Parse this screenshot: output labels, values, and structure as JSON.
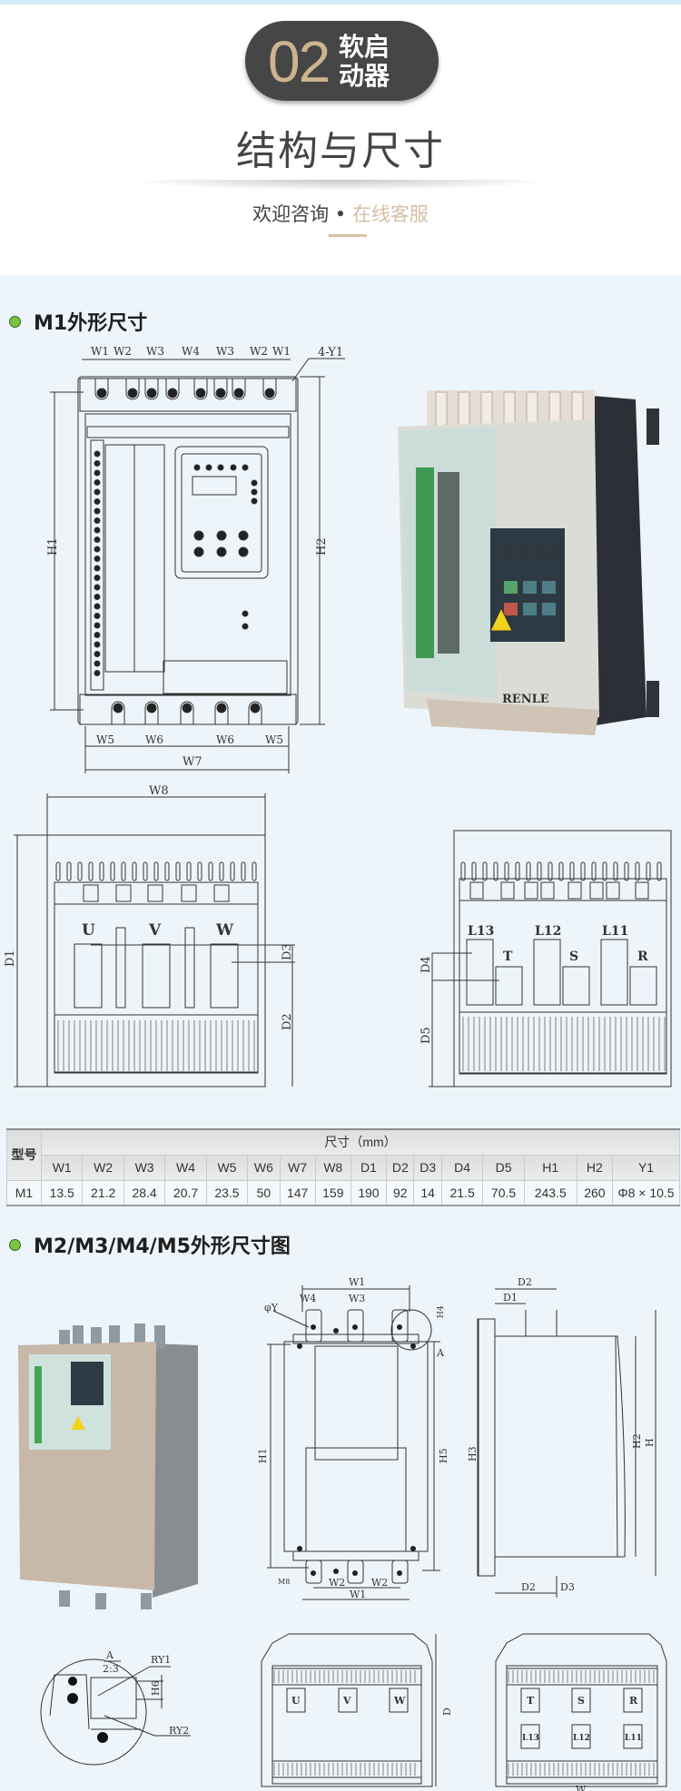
{
  "header": {
    "badge_number": "02",
    "badge_line1": "软启",
    "badge_line2": "动器",
    "title": "结构与尺寸",
    "subtitle_left": "欢迎咨询",
    "subtitle_dot": " • ",
    "subtitle_right": "在线客服"
  },
  "m1": {
    "heading": "M1外形尺寸",
    "top_dims": [
      "W1",
      "W2",
      "W3",
      "W4",
      "W3",
      "W2",
      "W1"
    ],
    "hole": "4-Y1",
    "h1": "H1",
    "h2": "H2",
    "bottom_dims": [
      "W5",
      "W6",
      "W6",
      "W5"
    ],
    "w7": "W7",
    "w8": "W8",
    "d1": "D1",
    "d2": "D2",
    "d3": "D3",
    "d4": "D4",
    "d5": "D5",
    "out_terms": [
      "U",
      "V",
      "W"
    ],
    "in_terms": [
      "L13",
      "T",
      "L12",
      "S",
      "L11",
      "R"
    ],
    "brand": "RENLE",
    "display": "8.8.8.8."
  },
  "table": {
    "corner": "型号",
    "group": "尺寸（mm）",
    "columns": [
      "W1",
      "W2",
      "W3",
      "W4",
      "W5",
      "W6",
      "W7",
      "W8",
      "D1",
      "D2",
      "D3",
      "D4",
      "D5",
      "H1",
      "H2",
      "Y1"
    ],
    "rows": [
      {
        "model": "M1",
        "values": [
          "13.5",
          "21.2",
          "28.4",
          "20.7",
          "23.5",
          "50",
          "147",
          "159",
          "190",
          "92",
          "14",
          "21.5",
          "70.5",
          "243.5",
          "260",
          "Φ8 × 10.5"
        ]
      }
    ]
  },
  "m2": {
    "heading": "M2/M3/M4/M5外形尺寸图",
    "front": {
      "w1": "W1",
      "w4": "W4",
      "w3": "W3",
      "phi_y": "φY",
      "h4": "H4",
      "a": "A",
      "h1": "H1",
      "h5": "H5",
      "w2a": "W2",
      "w2b": "W2",
      "w1b": "W1",
      "m8": "M8"
    },
    "side": {
      "d2": "D2",
      "d1": "D1",
      "h3": "H3",
      "h2": "H2",
      "h": "H",
      "d2b": "D2",
      "d3": "D3"
    },
    "detail": {
      "a": "A",
      "ratio": "2:3",
      "ry1": "RY1",
      "h6": "H6",
      "ry2": "RY2"
    },
    "bottom": {
      "d": "D",
      "out_terms": [
        "U",
        "V",
        "W"
      ],
      "in_terms": [
        "T",
        "S",
        "R"
      ],
      "in_terms2": [
        "L13",
        "L12",
        "L11"
      ],
      "w": "W"
    }
  },
  "colors": {
    "accent_gold": "#cdb48e",
    "badge_bg": "#464646",
    "bullet_green": "#7cc242",
    "page_bg": "#eef5fa"
  }
}
